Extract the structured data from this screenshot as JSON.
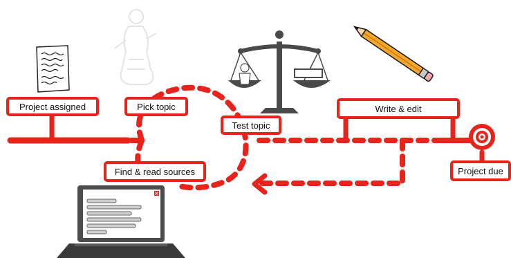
{
  "diagram": {
    "steps": {
      "project_assigned": "Project assigned",
      "pick_topic": "Pick topic",
      "test_topic": "Test topic",
      "find_read_sources": "Find & read sources",
      "write_edit": "Write & edit",
      "project_due": "Project due"
    },
    "colors": {
      "accent": "#e8231b",
      "scale": "#4a4a4a",
      "pencil_body": "#f2a62a",
      "laptop_body": "#4d4d4d"
    },
    "icons": [
      "paper-sheet-icon",
      "faded-figure-icon",
      "balance-scale-icon",
      "pencil-icon",
      "target-icon",
      "laptop-icon",
      "arrow-left-icon"
    ]
  }
}
